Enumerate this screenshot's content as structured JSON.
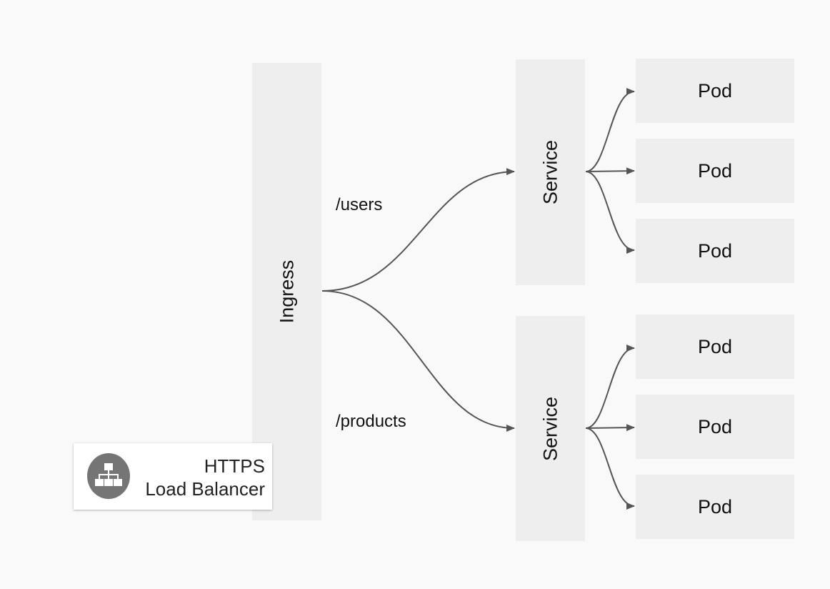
{
  "ingress": {
    "label": "Ingress"
  },
  "routes": [
    {
      "path": "/users"
    },
    {
      "path": "/products"
    }
  ],
  "services": [
    {
      "label": "Service",
      "pods": [
        "Pod",
        "Pod",
        "Pod"
      ]
    },
    {
      "label": "Service",
      "pods": [
        "Pod",
        "Pod",
        "Pod"
      ]
    }
  ],
  "load_balancer": {
    "line1": "HTTPS",
    "line2": "Load Balancer",
    "icon": "load-balancer-icon",
    "icon_color": "#757575"
  },
  "colors": {
    "background": "#f9f9f9",
    "box_fill": "#eeeeee",
    "connector": "#555555",
    "text": "#111111"
  }
}
